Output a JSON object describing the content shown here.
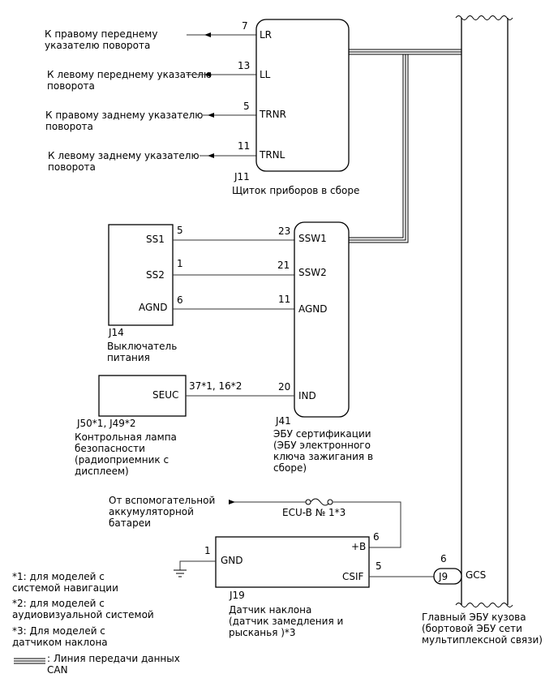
{
  "turn_outputs": [
    {
      "text1": "К правому переднему",
      "text2": "указателю поворота",
      "pin": "7",
      "signal": "LR"
    },
    {
      "text1": "К левому переднему указателю",
      "text2": "поворота",
      "pin": "13",
      "signal": "LL"
    },
    {
      "text1": "К правому заднему указателю",
      "text2": "поворота",
      "pin": "5",
      "signal": "TRNR"
    },
    {
      "text1": "К левому заднему указателю",
      "text2": "поворота",
      "pin": "11",
      "signal": "TRNL"
    }
  ],
  "j11": {
    "code": "J11",
    "name": "Щиток приборов в сборе"
  },
  "j14": {
    "code": "J14",
    "name1": "Выключатель",
    "name2": "питания",
    "pins": [
      {
        "signal": "SS1",
        "pin": "5"
      },
      {
        "signal": "SS2",
        "pin": "1"
      },
      {
        "signal": "AGND",
        "pin": "6"
      }
    ]
  },
  "j41": {
    "code": "J41",
    "name1": "ЭБУ сертификации",
    "name2": "(ЭБУ электронного",
    "name3": "ключа зажигания в",
    "name4": "сборе)",
    "pins": [
      {
        "signal": "SSW1",
        "pin": "23"
      },
      {
        "signal": "SSW2",
        "pin": "21"
      },
      {
        "signal": "AGND",
        "pin": "11"
      },
      {
        "signal": "IND",
        "pin": "20"
      }
    ]
  },
  "lamp": {
    "code": "J50*1, J49*2",
    "signal": "SEUC",
    "pin": "37*1, 16*2",
    "name1": "Контрольная лампа",
    "name2": "безопасности",
    "name3": "(радиоприемник с",
    "name4": "дисплеем)"
  },
  "aux": {
    "text1": "От вспомогательной",
    "text2": "аккумуляторной",
    "text3": "батареи",
    "fuse": "ECU-B № 1*3"
  },
  "j19": {
    "code": "J19",
    "name1": "Датчик наклона",
    "name2": "(датчик замедления и",
    "name3": "рысканья )*3",
    "gnd_signal": "GND",
    "gnd_pin": "1",
    "b_signal": "+B",
    "b_pin": "6",
    "csif_signal": "CSIF",
    "csif_pin": "5"
  },
  "j9": {
    "code": "J9",
    "pin": "6",
    "signal": "GCS"
  },
  "main_ecu": {
    "name1": "Главный ЭБУ кузова",
    "name2": "(бортовой ЭБУ сети",
    "name3": "мультиплексной связи)"
  },
  "notes": {
    "n1a": "*1: для моделей с",
    "n1b": "системой навигации",
    "n2a": "*2: для моделей с",
    "n2b": "аудиовизуальной системой",
    "n3a": "*3: Для моделей с",
    "n3b": "датчиком наклона",
    "can_a": ": Линия передачи данных",
    "can_b": "CAN"
  }
}
